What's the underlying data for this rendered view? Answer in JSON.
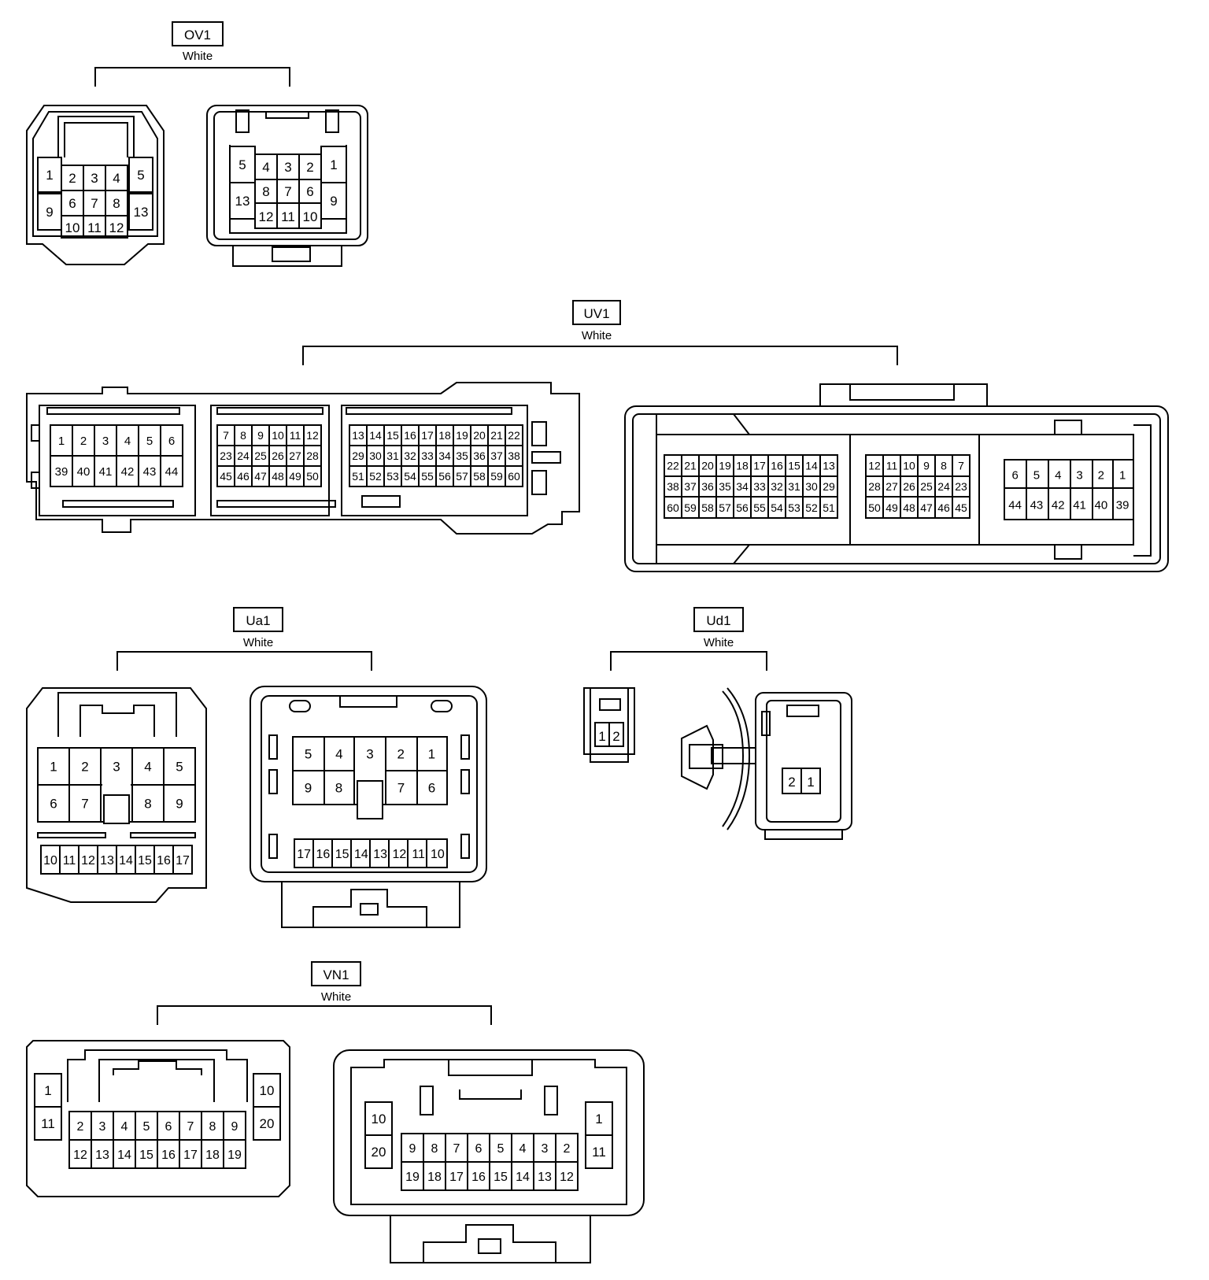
{
  "connectors": {
    "ov1": {
      "code": "OV1",
      "color": "White"
    },
    "uv1": {
      "code": "UV1",
      "color": "White"
    },
    "ua1": {
      "code": "Ua1",
      "color": "White"
    },
    "ud1": {
      "code": "Ud1",
      "color": "White"
    },
    "vn1": {
      "code": "VN1",
      "color": "White"
    }
  },
  "pins": {
    "ov1_left": [
      "1",
      "2",
      "3",
      "4",
      "5",
      "9",
      "6",
      "7",
      "8",
      "13",
      "10",
      "11",
      "12"
    ],
    "ov1_right": [
      "5",
      "4",
      "3",
      "2",
      "1",
      "13",
      "8",
      "7",
      "6",
      "9",
      "12",
      "11",
      "10"
    ],
    "uv1_left_a": [
      "1",
      "2",
      "3",
      "4",
      "5",
      "6",
      "39",
      "40",
      "41",
      "42",
      "43",
      "44"
    ],
    "uv1_left_b": [
      "7",
      "8",
      "9",
      "10",
      "11",
      "12",
      "23",
      "24",
      "25",
      "26",
      "27",
      "28",
      "45",
      "46",
      "47",
      "48",
      "49",
      "50"
    ],
    "uv1_left_c": [
      "13",
      "14",
      "15",
      "16",
      "17",
      "18",
      "19",
      "20",
      "21",
      "22",
      "29",
      "30",
      "31",
      "32",
      "33",
      "34",
      "35",
      "36",
      "37",
      "38",
      "51",
      "52",
      "53",
      "54",
      "55",
      "56",
      "57",
      "58",
      "59",
      "60"
    ],
    "uv1_right_a": [
      "22",
      "21",
      "20",
      "19",
      "18",
      "17",
      "16",
      "15",
      "14",
      "13",
      "38",
      "37",
      "36",
      "35",
      "34",
      "33",
      "32",
      "31",
      "30",
      "29",
      "60",
      "59",
      "58",
      "57",
      "56",
      "55",
      "54",
      "53",
      "52",
      "51"
    ],
    "uv1_right_b": [
      "12",
      "11",
      "10",
      "9",
      "8",
      "7",
      "28",
      "27",
      "26",
      "25",
      "24",
      "23",
      "50",
      "49",
      "48",
      "47",
      "46",
      "45"
    ],
    "uv1_right_c": [
      "6",
      "5",
      "4",
      "3",
      "2",
      "1",
      "44",
      "43",
      "42",
      "41",
      "40",
      "39"
    ],
    "ua1_left_top": [
      "1",
      "2",
      "3",
      "4",
      "5"
    ],
    "ua1_left_mid": [
      "6",
      "7",
      "8",
      "9"
    ],
    "ua1_left_bot": [
      "10",
      "11",
      "12",
      "13",
      "14",
      "15",
      "16",
      "17"
    ],
    "ua1_right_top": [
      "5",
      "4",
      "3",
      "2",
      "1"
    ],
    "ua1_right_mid": [
      "9",
      "8",
      "7",
      "6"
    ],
    "ua1_right_bot": [
      "17",
      "16",
      "15",
      "14",
      "13",
      "12",
      "11",
      "10"
    ],
    "ud1_left": [
      "1",
      "2"
    ],
    "ud1_right": [
      "2",
      "1"
    ],
    "vn1_left_side": [
      "1",
      "11",
      "10",
      "20"
    ],
    "vn1_left_top": [
      "2",
      "3",
      "4",
      "5",
      "6",
      "7",
      "8",
      "9"
    ],
    "vn1_left_bot": [
      "12",
      "13",
      "14",
      "15",
      "16",
      "17",
      "18",
      "19"
    ],
    "vn1_right_side": [
      "10",
      "20",
      "1",
      "11"
    ],
    "vn1_right_top": [
      "9",
      "8",
      "7",
      "6",
      "5",
      "4",
      "3",
      "2"
    ],
    "vn1_right_bot": [
      "19",
      "18",
      "17",
      "16",
      "15",
      "14",
      "13",
      "12"
    ]
  }
}
